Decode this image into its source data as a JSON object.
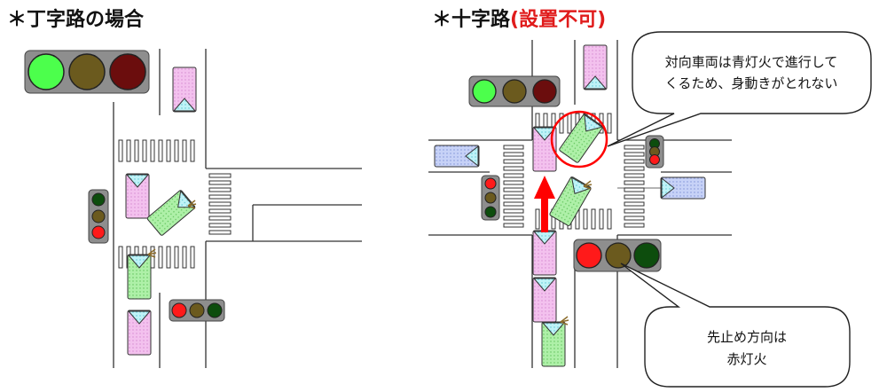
{
  "titles": {
    "left": "＊丁字路の場合",
    "right_main": "＊十字路",
    "right_warning": "(設置不可)"
  },
  "callouts": {
    "top_line1": "対向車両は青灯火で進行して",
    "top_line2": "くるため、身動きがとれない",
    "bottom_line1": "先止め方向は",
    "bottom_line2": "赤灯火"
  },
  "colors": {
    "signal_green": "#4cff4c",
    "signal_yellow": "#6b5a1e",
    "signal_red": "#ff1a1a",
    "signal_dark_red": "#6b0d0d",
    "signal_dark_green": "#0d4d0d",
    "car_pink": "#f3c1ee",
    "car_green": "#aef0a8",
    "car_blue": "#c7d2f7",
    "windshield": "#a9eef7",
    "arrow_red": "#ff0000",
    "circle_red": "#ff0000"
  }
}
